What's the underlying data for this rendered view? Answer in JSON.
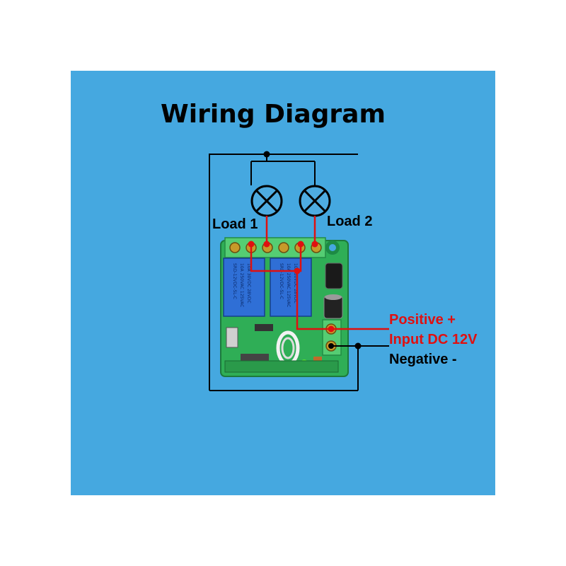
{
  "title": "Wiring Diagram",
  "labels": {
    "load1": "Load 1",
    "load2": "Load 2",
    "positive": "Positive +",
    "input": "Input DC 12V",
    "negative": "Negative -"
  },
  "colors": {
    "background": "#45a8e0",
    "wire_main": "#000000",
    "wire_positive": "#e01010",
    "board": "#2fae56",
    "terminal_block": "#4cc86a",
    "relay": "#2f6fd6"
  },
  "icons": [
    "lamp-icon",
    "lamp-icon",
    "relay-board",
    "relay",
    "capacitor",
    "antenna-coil"
  ]
}
